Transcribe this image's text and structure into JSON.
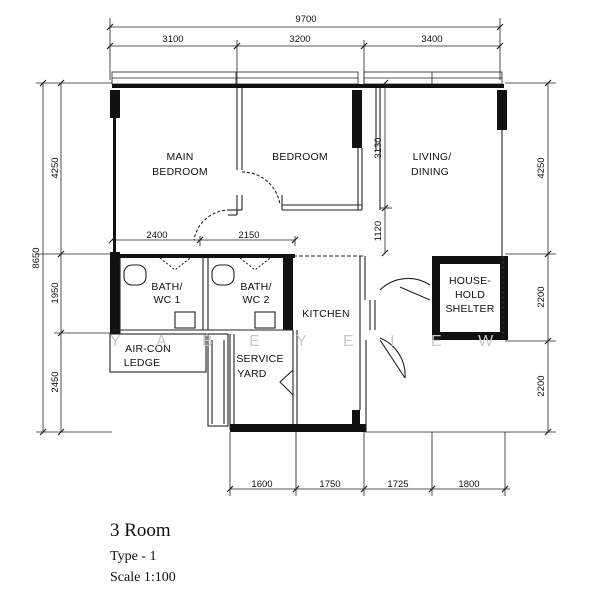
{
  "dimensions": {
    "top_total": "9700",
    "top_segments": [
      "3100",
      "3200",
      "3400"
    ],
    "left_total": "8650",
    "left_segments": [
      "4250",
      "1950",
      "2450"
    ],
    "right_segments": [
      "4250",
      "2200",
      "2200"
    ],
    "bottom_segments": [
      "1600",
      "1750",
      "1725",
      "1800"
    ],
    "inner_widths": [
      "2400",
      "2150"
    ],
    "inner_heights": [
      "3130",
      "1120"
    ]
  },
  "rooms": {
    "main_bedroom": [
      "MAIN",
      "BEDROOM"
    ],
    "bedroom": [
      "BEDROOM"
    ],
    "living_dining": [
      "LIVING/",
      "DINING"
    ],
    "bath1": [
      "BATH/",
      "WC  1"
    ],
    "bath2": [
      "BATH/",
      "WC  2"
    ],
    "kitchen": [
      "KITCHEN"
    ],
    "household_shelter": [
      "HOUSE-",
      "HOLD",
      "SHELTER"
    ],
    "aircon_ledge": [
      "AIR-CON",
      "LEDGE"
    ],
    "service_yard": [
      "SERVICE",
      "YARD"
    ]
  },
  "watermark": "Y A B E Y   E I E W",
  "caption": {
    "title": "3 Room",
    "type": "Type - 1",
    "scale": "Scale  1:100"
  }
}
